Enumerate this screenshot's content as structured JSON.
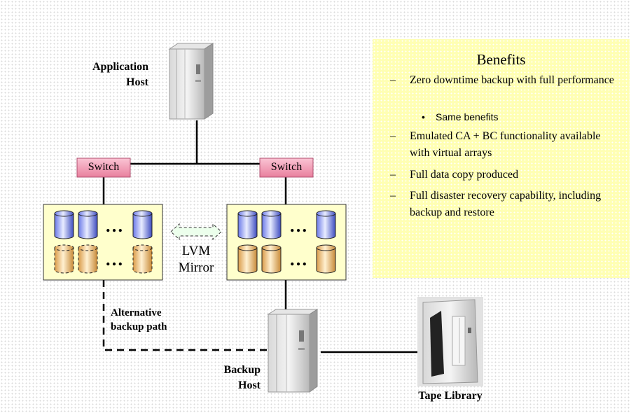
{
  "header_fragment": "",
  "labels": {
    "application_host": "Application\nHost",
    "switch_left": "Switch",
    "switch_right": "Switch",
    "lvm_mirror": "LVM\nMirror",
    "alternative_backup_path": "Alternative\nbackup path",
    "backup_host": "Backup\nHost",
    "tape_library": "Tape Library",
    "ellipsis": "…"
  },
  "benefits": {
    "title": "Benefits",
    "items": [
      "Zero downtime backup with full performance",
      "Same benefits",
      "Emulated CA + BC functionality available with virtual arrays",
      "Full data copy produced",
      "Full disaster recovery capability, including backup and restore"
    ]
  },
  "colors": {
    "switch_fill": "#f2a0b8",
    "array_fill": "#ffffcc",
    "disk_blue": "#4a58d0",
    "disk_tan": "#d9a050",
    "benefits_bg": "#ffffb3",
    "mirror_arrow": "#e6ffe6"
  },
  "icons": {
    "host": "server-tower-icon",
    "tape": "tape-library-icon",
    "disk": "cylinder-disk-icon"
  }
}
